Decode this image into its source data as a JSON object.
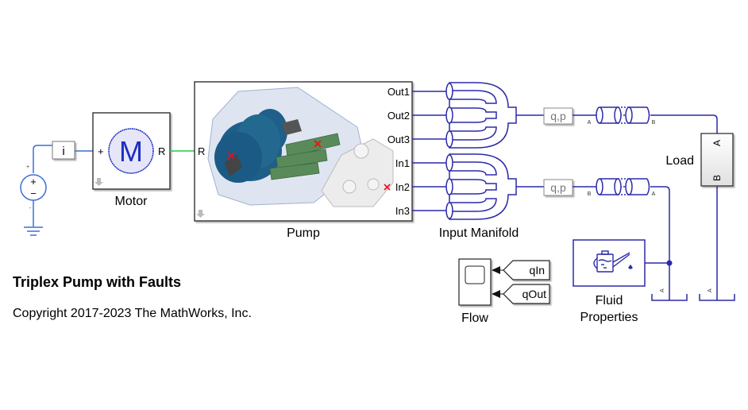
{
  "model": {
    "title": "Triplex Pump with Faults",
    "copyright": "Copyright 2017-2023 The MathWorks, Inc."
  },
  "blocks": {
    "voltage_source": {
      "name": "",
      "plus": "+",
      "minus": "−",
      "port_plus": "+",
      "port_minus": "-"
    },
    "current_sensor": {
      "label": "i"
    },
    "motor": {
      "name": "Motor",
      "icon_letter": "M",
      "port_in": "+",
      "port_out": "R"
    },
    "pump": {
      "name": "Pump",
      "port_in": "R",
      "outports": [
        "Out1",
        "Out2",
        "Out3",
        "In1",
        "In2",
        "In3"
      ],
      "fault_markers": 3
    },
    "input_manifold": {
      "name": "Input Manifold"
    },
    "sensor_top": {
      "label": "q,p"
    },
    "sensor_bottom": {
      "label": "q,p"
    },
    "pipe_top": {
      "port_left": "A",
      "port_right": "B"
    },
    "pipe_bottom": {
      "port_left": "B",
      "port_right": "A"
    },
    "load": {
      "name": "Load",
      "port_top": "A",
      "port_bottom": "B"
    },
    "fluid_properties": {
      "name_line1": "Fluid",
      "name_line2": "Properties"
    },
    "scope": {
      "name": "Flow"
    },
    "goto_qin": {
      "label": "qIn"
    },
    "goto_qout": {
      "label": "qOut"
    },
    "reservoir_left": {
      "port": "A"
    },
    "reservoir_right": {
      "port": "A"
    }
  },
  "colors": {
    "electrical": "#3b6fd4",
    "hydraulic": "#2a2aa8",
    "mechanical": "#22cc44",
    "fault": "#e8101a",
    "block_border": "#222222"
  }
}
